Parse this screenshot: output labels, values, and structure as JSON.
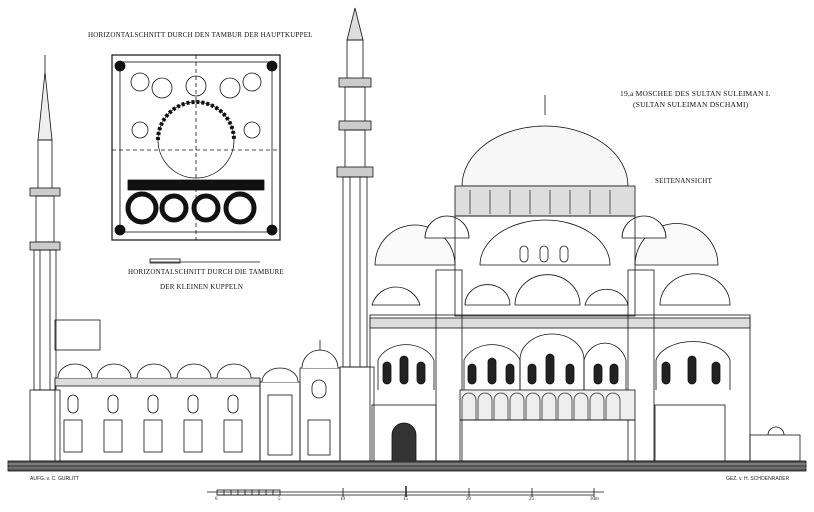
{
  "plan": {
    "title_top": "HORIZONTALSCHNITT DURCH DEN TAMBUR DER HAUPTKUPPEL",
    "title_bottom_1": "HORIZONTALSCHNITT DURCH DIE TAMBURE",
    "title_bottom_2": "DER KLEINEN KUPPELN"
  },
  "plate": {
    "title": "19,a  MOSCHEE DES SULTAN SULEIMAN I.",
    "subtitle": "(SULTAN SULEIMAN DSCHAMI)",
    "view_label": "SEITENANSICHT"
  },
  "credits": {
    "left": "AUFG. v. C. GURLITT",
    "right": "GEZ. v. H. SCHOENRADER"
  },
  "scale_bar": {
    "labels": [
      "0",
      "5",
      "10",
      "15",
      "20",
      "25",
      "30m"
    ]
  },
  "colors": {
    "ink": "#111111",
    "paper": "#ffffff"
  }
}
